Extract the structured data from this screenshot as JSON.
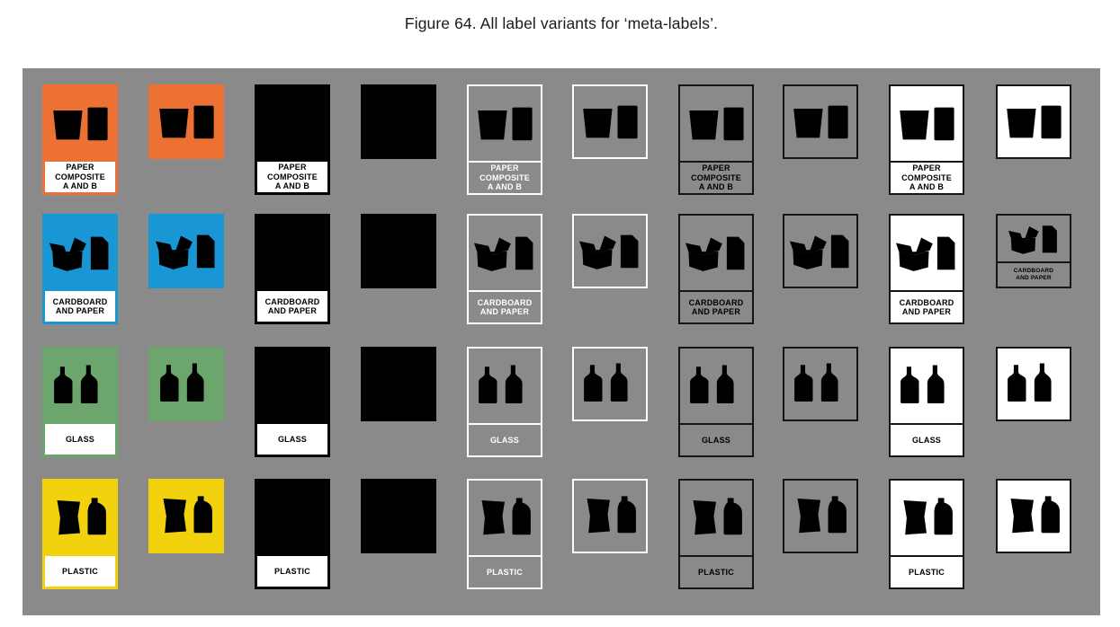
{
  "caption": "Figure 64. All label variants for ‘meta-labels’.",
  "panel": {
    "background": "#8a8a8a"
  },
  "colors": {
    "paper_composite_orange": "#ed7132",
    "cardboard_blue": "#1997d5",
    "glass_green": "#6ca66c",
    "plastic_yellow": "#f2d20d",
    "black": "#000000",
    "white": "#ffffff",
    "border_dark": "#151515"
  },
  "materials": [
    {
      "name": "paper-composite",
      "icon": "paper-composite",
      "color": "#ed7132",
      "text_lines": [
        "PAPER",
        "COMPOSITE",
        "A AND B"
      ],
      "variants": [
        "color-with-text",
        "color-no-text",
        "black-with-text",
        "black-no-text",
        "white-outline-with-text",
        "white-outline-no-text",
        "gray-with-text",
        "gray-no-text",
        "white-with-text",
        "white-no-text"
      ]
    },
    {
      "name": "cardboard-paper",
      "icon": "cardboard-paper",
      "color": "#1997d5",
      "text_lines": [
        "CARDBOARD",
        "AND PAPER"
      ],
      "variants": [
        "color-with-text",
        "color-no-text",
        "black-with-text",
        "black-no-text",
        "white-outline-with-text",
        "white-outline-no-text",
        "gray-with-text",
        "gray-no-text",
        "white-with-text",
        "gray-compact-with-text"
      ]
    },
    {
      "name": "glass",
      "icon": "glass",
      "color": "#6ca66c",
      "text_lines": [
        "GLASS"
      ],
      "variants": [
        "color-with-text",
        "color-no-text",
        "black-with-text",
        "black-no-text",
        "white-outline-with-text",
        "white-outline-no-text",
        "gray-with-text",
        "gray-no-text",
        "white-with-text",
        "white-no-text"
      ]
    },
    {
      "name": "plastic",
      "icon": "plastic",
      "color": "#f2d20d",
      "text_lines": [
        "PLASTIC"
      ],
      "variants": [
        "color-with-text",
        "color-no-text",
        "black-with-text",
        "black-no-text",
        "white-outline-with-text",
        "white-outline-no-text",
        "gray-with-text",
        "gray-no-text",
        "white-with-text",
        "white-no-text"
      ]
    }
  ]
}
